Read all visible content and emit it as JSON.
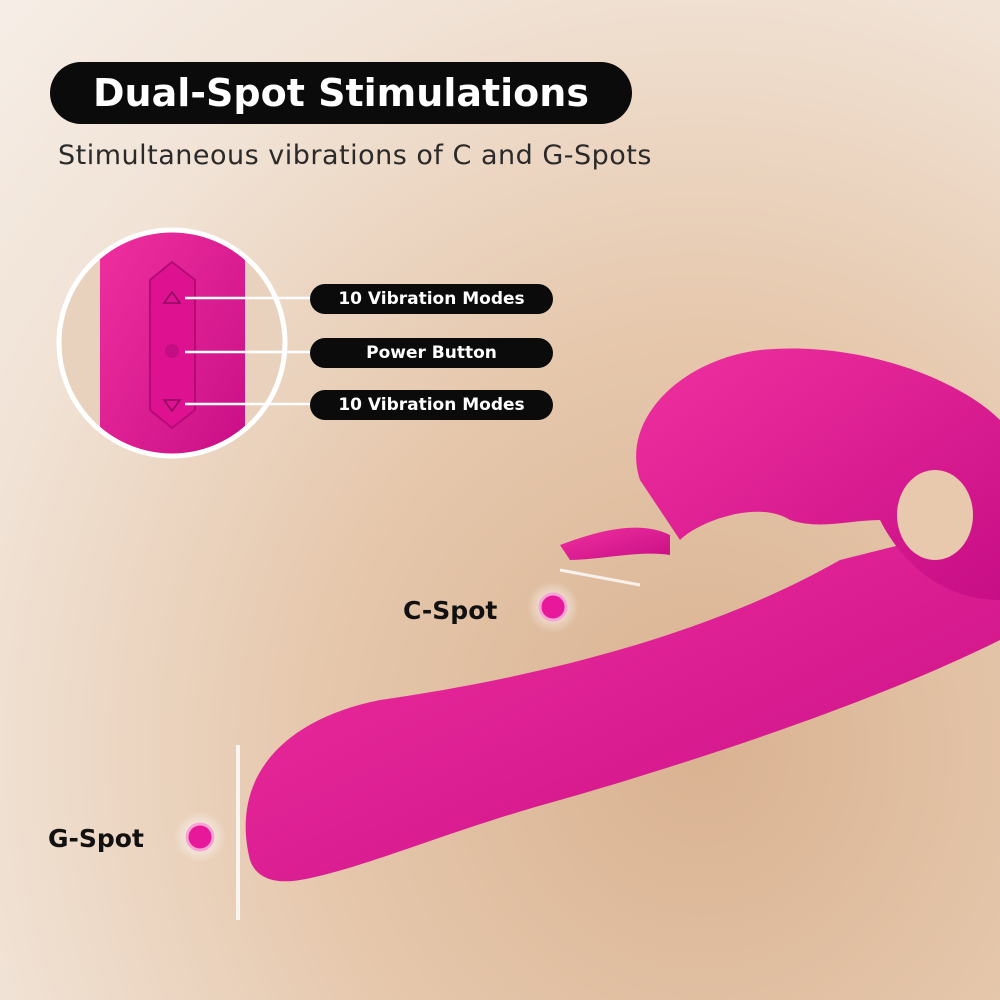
{
  "title": "Dual-Spot Stimulations",
  "subtitle": "Stimultaneous vibrations of C and G-Spots",
  "callouts": [
    {
      "label": "10 Vibration Modes",
      "icon": "triangle-up-icon"
    },
    {
      "label": "Power Button",
      "icon": "power-dot-icon"
    },
    {
      "label": "10 Vibration Modes",
      "icon": "triangle-down-icon"
    }
  ],
  "spots": {
    "c": "C-Spot",
    "g": "G-Spot"
  },
  "colors": {
    "product": "#e8189a",
    "pill": "#0b0b0b"
  }
}
